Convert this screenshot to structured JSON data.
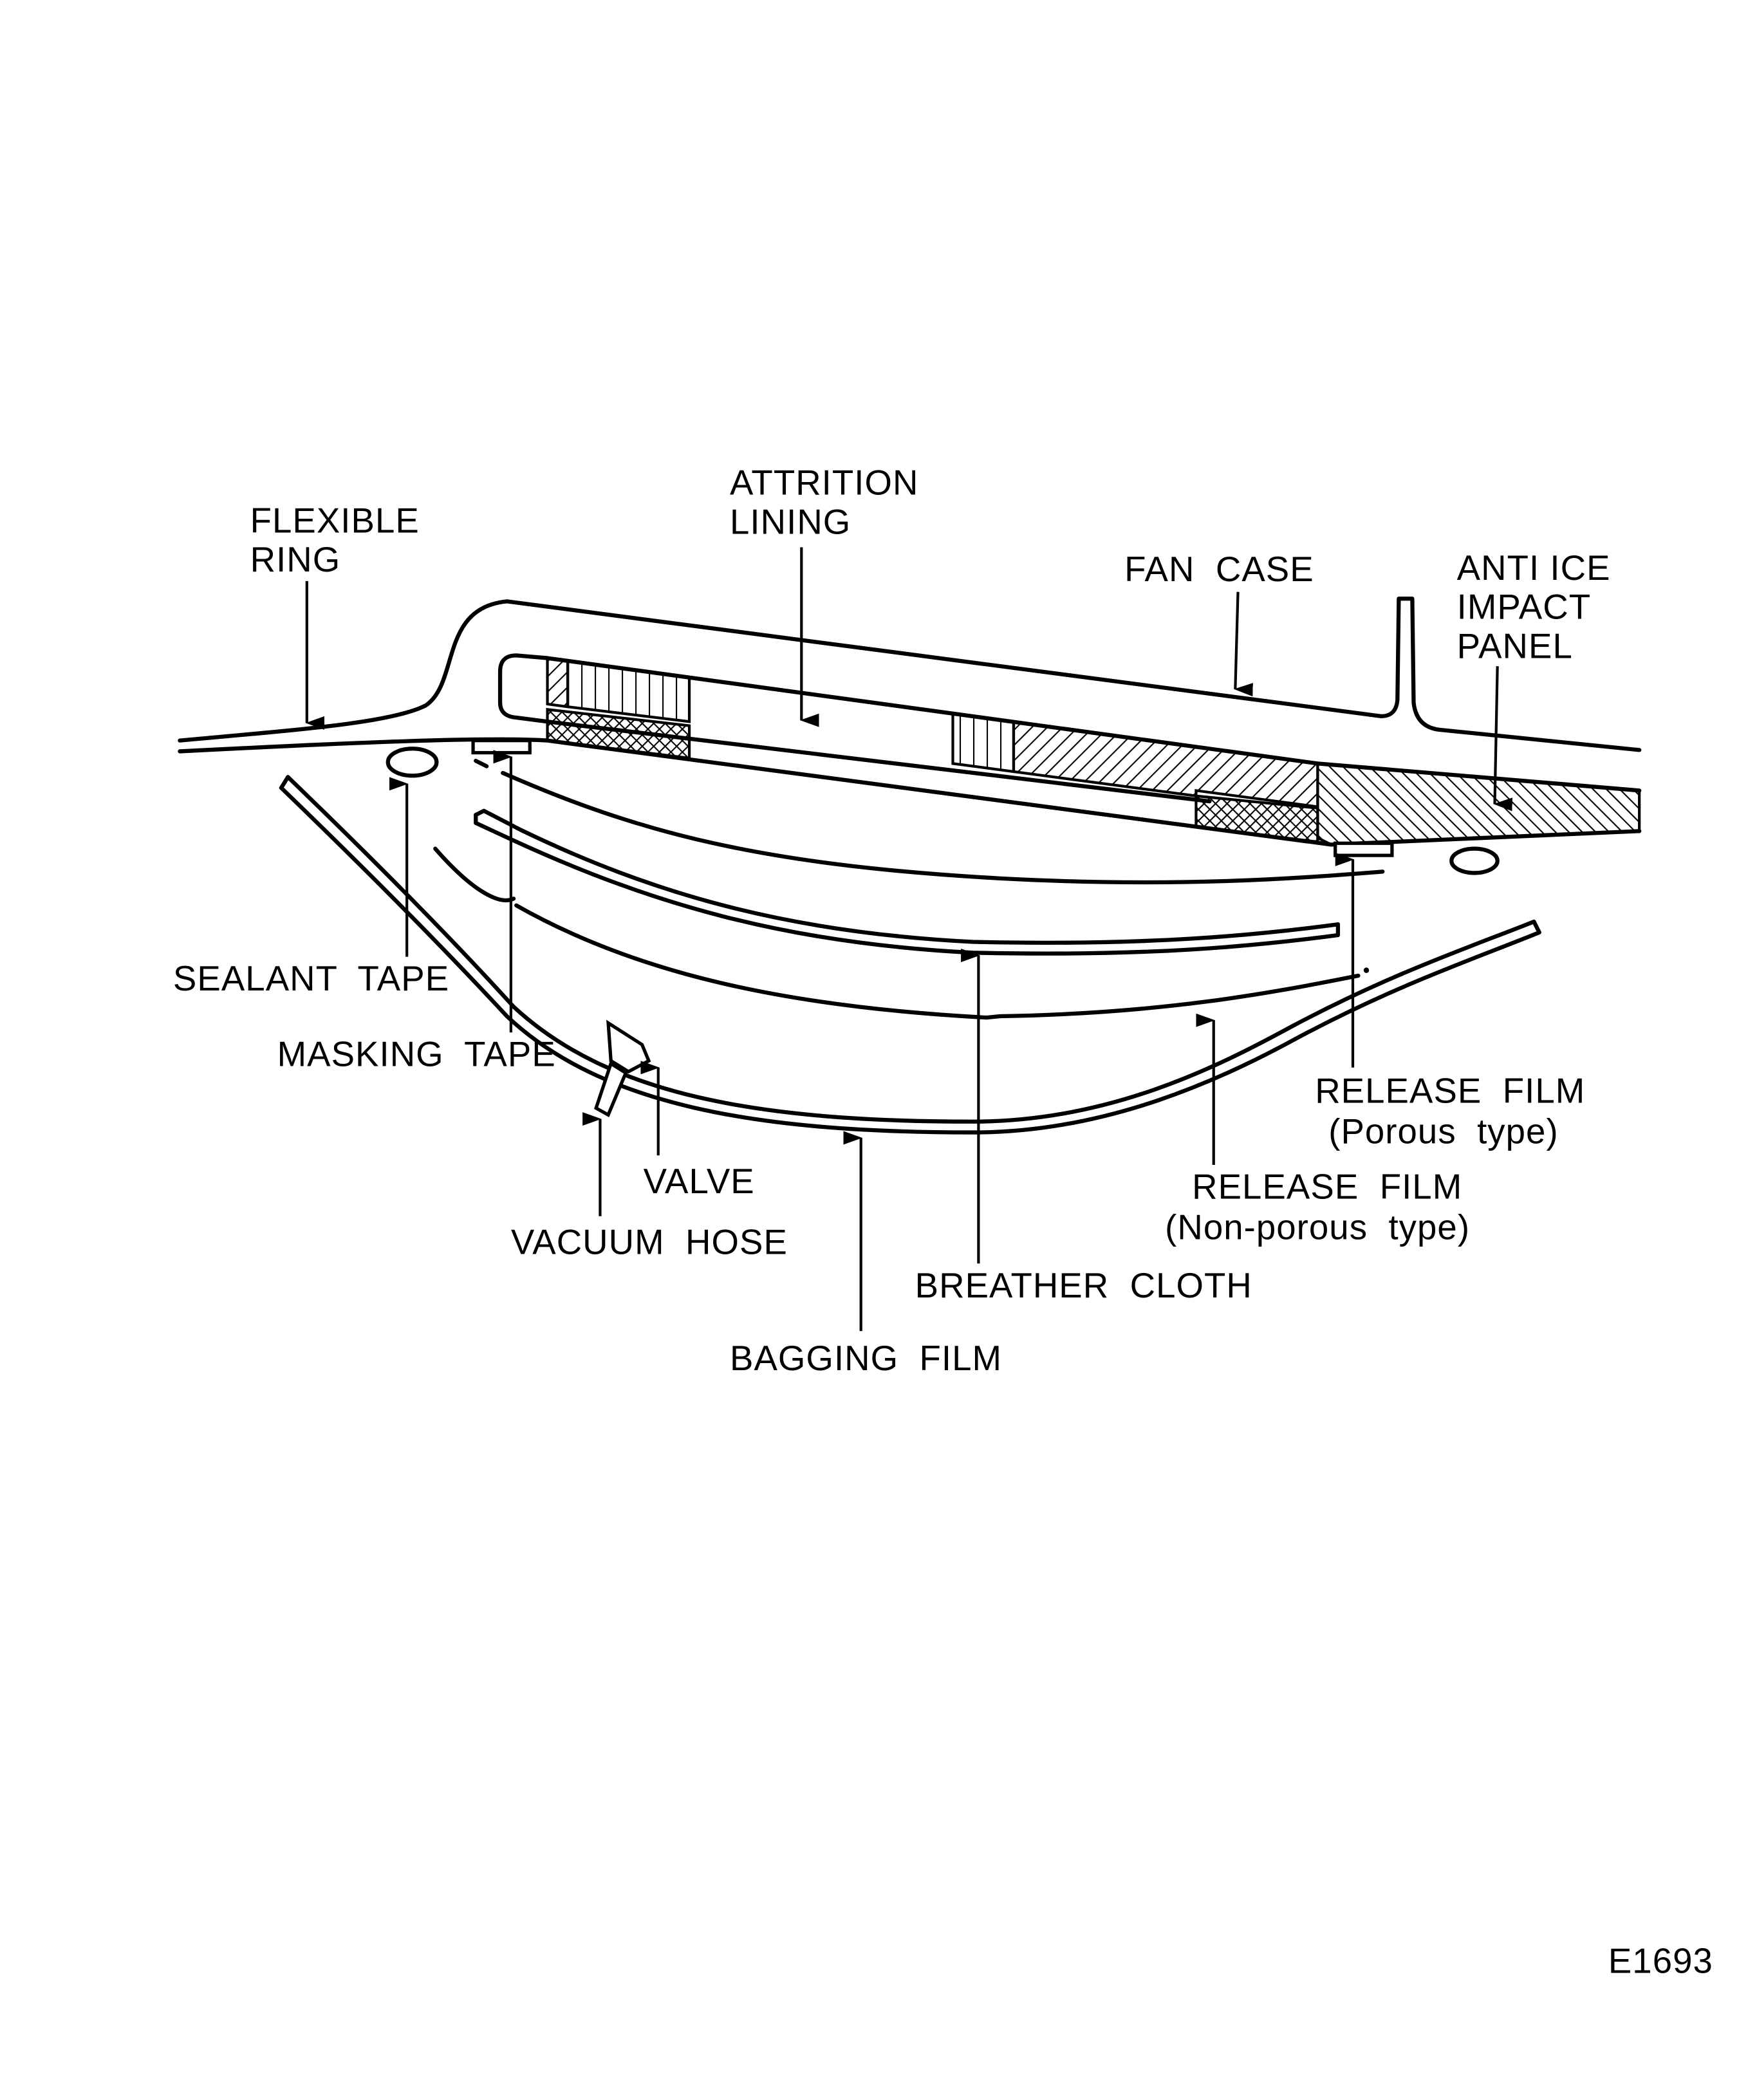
{
  "figure_id": "E1693",
  "labels": {
    "flexible_ring": [
      "FLEXIBLE",
      "RING"
    ],
    "attrition_lining": [
      "ATTRITION",
      "LINING"
    ],
    "fan_case": "FAN  CASE",
    "anti_ice": [
      "ANTI ICE",
      "IMPACT",
      "PANEL"
    ],
    "sealant_tape": "SEALANT  TAPE",
    "masking_tape": "MASKING  TAPE",
    "valve": "VALVE",
    "vacuum_hose": "VACUUM  HOSE",
    "breather_cloth": "BREATHER  CLOTH",
    "bagging_film": "BAGGING  FILM",
    "release_porous": [
      "RELEASE  FILM",
      "(Porous  type)"
    ],
    "release_nonporous": [
      "RELEASE  FILM",
      "(Non-porous  type)"
    ]
  }
}
